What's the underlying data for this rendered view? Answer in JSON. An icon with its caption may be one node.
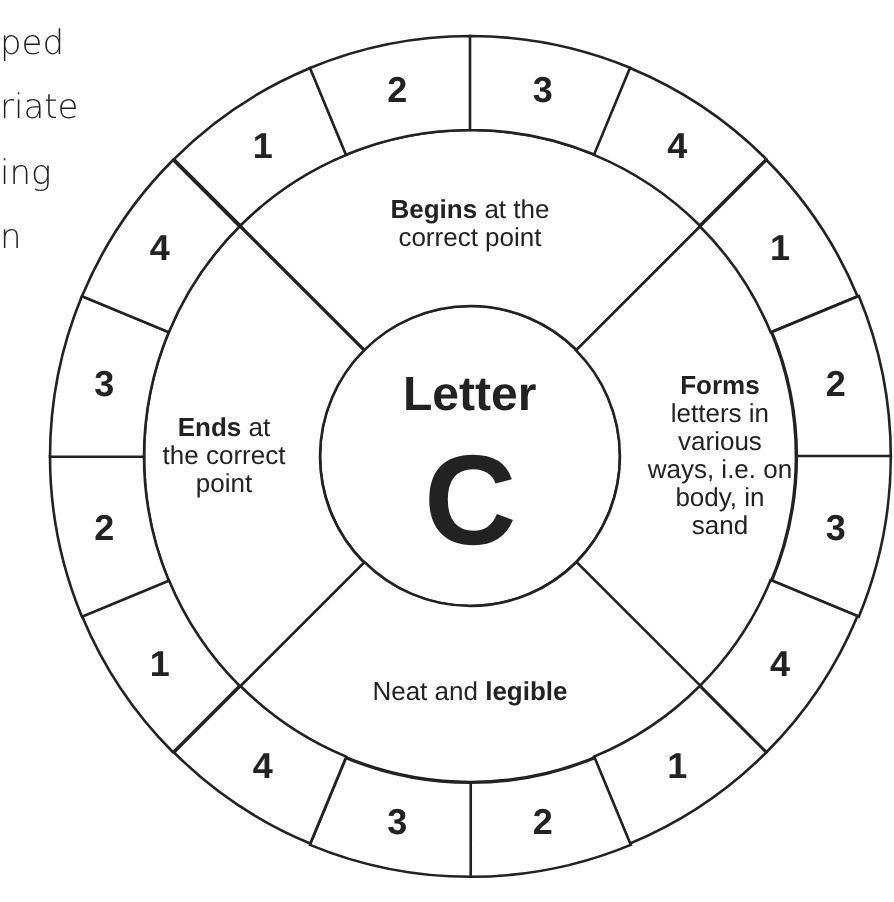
{
  "diagram": {
    "nodes": [
      {
        "text": [
          "Letter",
          "C"
        ]
      },
      {
        "text": [
          "**Begins** at the correct point"
        ]
      },
      {
        "text": [
          "1"
        ]
      },
      {
        "text": [
          "2"
        ]
      },
      {
        "text": [
          "3"
        ]
      },
      {
        "text": [
          "4"
        ]
      },
      {
        "text": [
          "**Forms** letters in various ways, i.e. on body, in sand"
        ]
      },
      {
        "text": [
          "1"
        ]
      },
      {
        "text": [
          "2"
        ]
      },
      {
        "text": [
          "3"
        ]
      },
      {
        "text": [
          "4"
        ]
      },
      {
        "text": [
          "Neat and **legible**"
        ]
      },
      {
        "text": [
          "1"
        ]
      },
      {
        "text": [
          "2"
        ]
      },
      {
        "text": [
          "3"
        ]
      },
      {
        "text": [
          "4"
        ]
      },
      {
        "text": [
          "**Ends** at the correct point"
        ]
      },
      {
        "text": [
          "1"
        ]
      },
      {
        "text": [
          "2"
        ]
      },
      {
        "text": [
          "3"
        ]
      },
      {
        "text": [
          "4"
        ]
      }
    ],
    "edges": [],
    "labels": [
      "ped",
      "riate",
      "ing",
      "n"
    ]
  }
}
